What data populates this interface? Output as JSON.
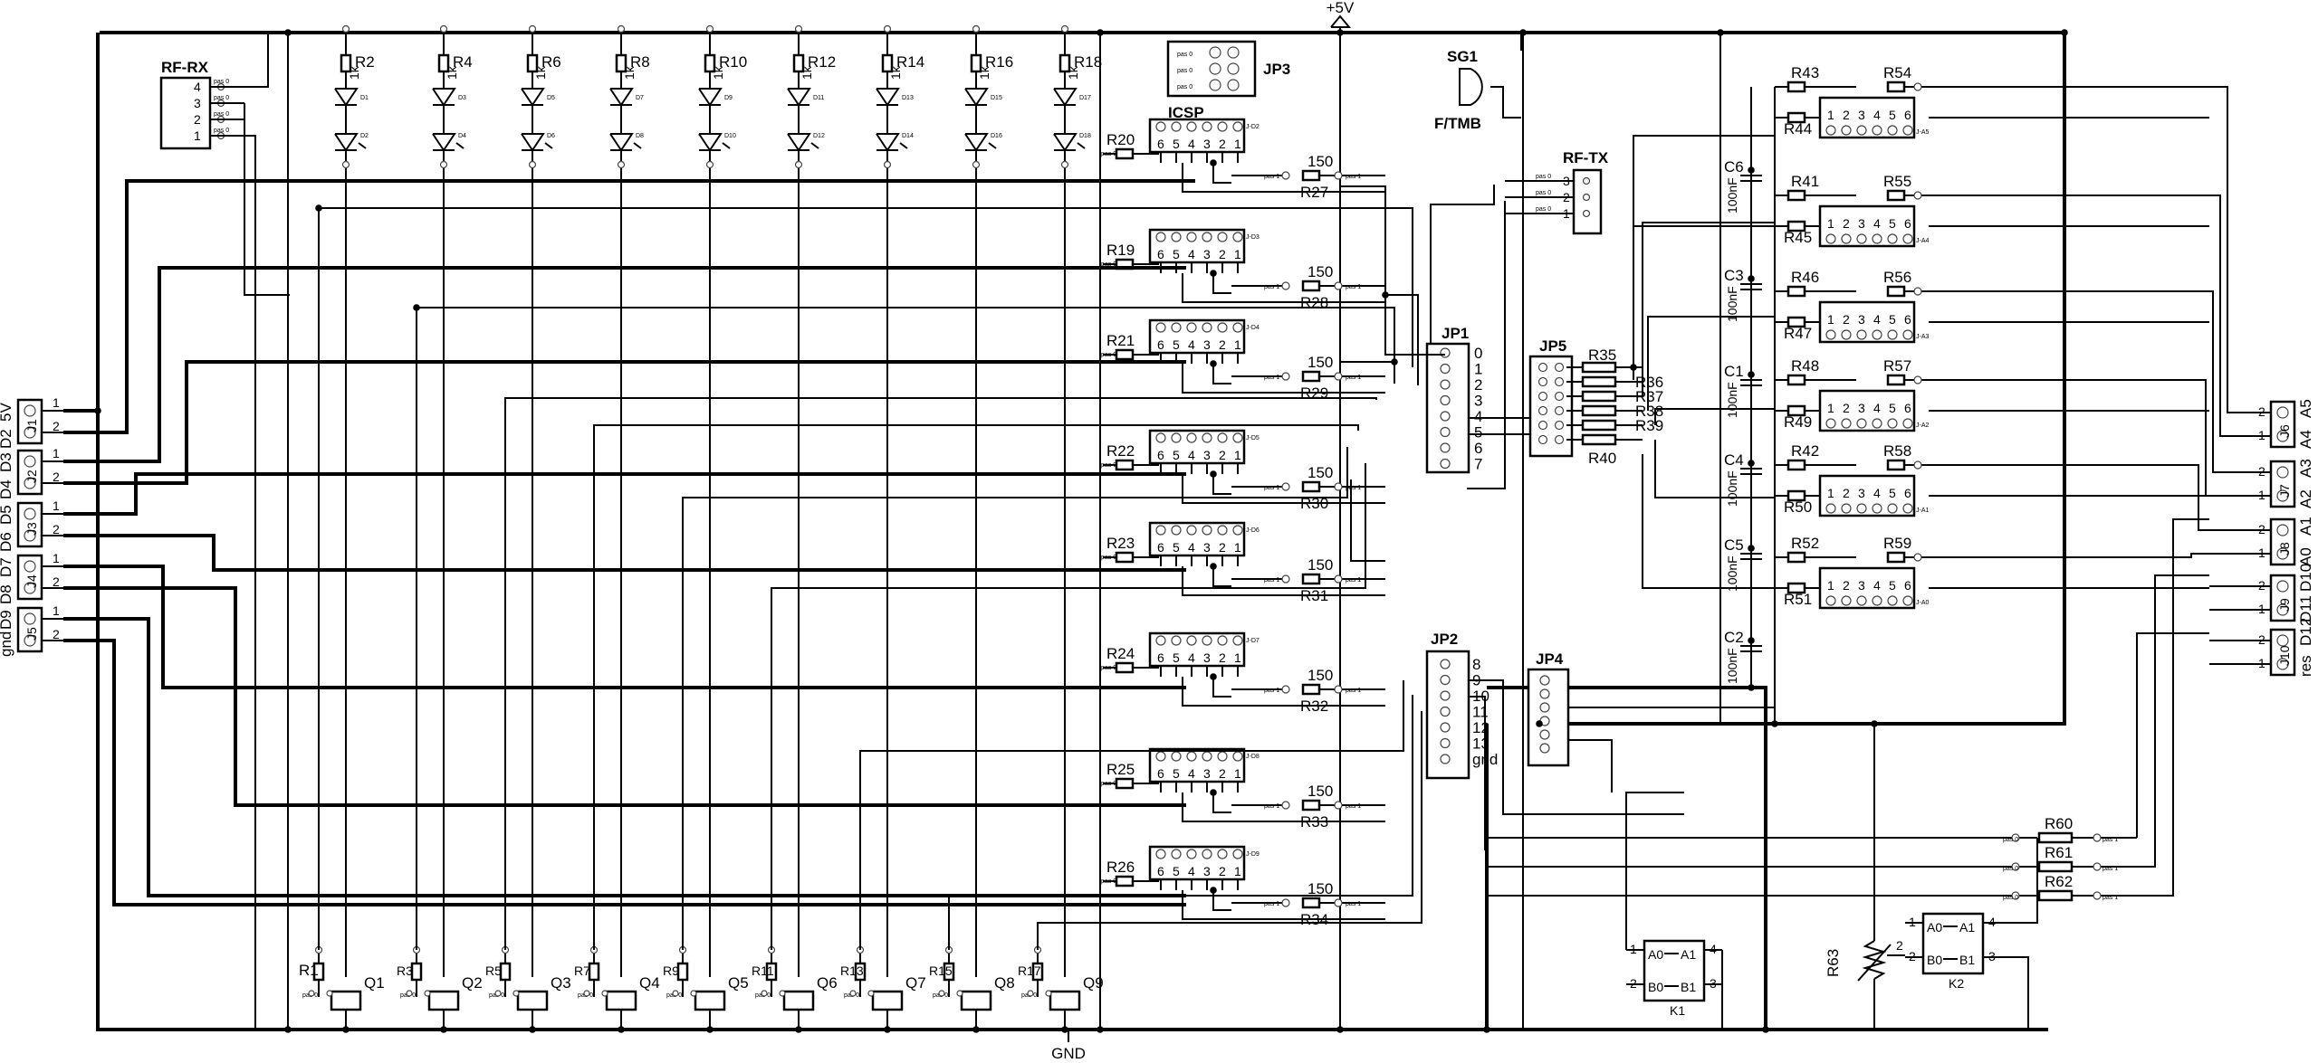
{
  "title": "",
  "power": {
    "vcc": "+5V",
    "gnd": "GND"
  },
  "connectors": {
    "rf_rx": {
      "label": "RF-RX",
      "pins": [
        "4",
        "3",
        "2",
        "1"
      ]
    },
    "rf_tx": {
      "label": "RF-TX",
      "pins": [
        "3",
        "2",
        "1"
      ]
    },
    "icsp": {
      "label": "ICSP"
    },
    "jp3": {
      "label": "JP3"
    },
    "jp1": {
      "label": "JP1",
      "pins": [
        "0",
        "1",
        "2",
        "3",
        "4",
        "5",
        "6",
        "7"
      ]
    },
    "jp2": {
      "label": "JP2",
      "pins": [
        "8",
        "9",
        "10",
        "11",
        "12",
        "13",
        "gnd"
      ]
    },
    "jp4": {
      "label": "JP4"
    },
    "jp5": {
      "label": "JP5"
    }
  },
  "buzzer": {
    "label": "SG1",
    "type": "F/TMB"
  },
  "left_jacks": [
    {
      "id": "J1",
      "top": "5V",
      "bottom": "D2"
    },
    {
      "id": "J2",
      "top": "D3",
      "bottom": "D4"
    },
    {
      "id": "J3",
      "top": "D5",
      "bottom": "D6"
    },
    {
      "id": "J4",
      "top": "D7",
      "bottom": "D8"
    },
    {
      "id": "J5",
      "top": "D9",
      "bottom": "gnd"
    }
  ],
  "right_jacks": [
    {
      "id": "J6",
      "top": "A5",
      "bottom": "A4"
    },
    {
      "id": "J7",
      "top": "A3",
      "bottom": "A2"
    },
    {
      "id": "J8",
      "top": "A1",
      "bottom": "A0"
    },
    {
      "id": "J9",
      "top": "D10",
      "bottom": "D11"
    },
    {
      "id": "J10",
      "top": "D12",
      "bottom": "res"
    }
  ],
  "led_channels": [
    {
      "res": "R2",
      "val": "1k",
      "d1": "D1",
      "d2": "D2",
      "q": "Q1",
      "rg": "R1"
    },
    {
      "res": "R4",
      "val": "1k",
      "d1": "D3",
      "d2": "D4",
      "q": "Q2",
      "rg": "R3"
    },
    {
      "res": "R6",
      "val": "1k",
      "d1": "D5",
      "d2": "D6",
      "q": "Q3",
      "rg": "R5"
    },
    {
      "res": "R8",
      "val": "1k",
      "d1": "D7",
      "d2": "D8",
      "q": "Q4",
      "rg": "R7"
    },
    {
      "res": "R10",
      "val": "1k",
      "d1": "D9",
      "d2": "D10",
      "q": "Q5",
      "rg": "R9"
    },
    {
      "res": "R12",
      "val": "1k",
      "d1": "D11",
      "d2": "D12",
      "q": "Q6",
      "rg": "R11"
    },
    {
      "res": "R14",
      "val": "1k",
      "d1": "D13",
      "d2": "D14",
      "q": "Q7",
      "rg": "R13"
    },
    {
      "res": "R16",
      "val": "1k",
      "d1": "D15",
      "d2": "D16",
      "q": "Q8",
      "rg": "R15"
    },
    {
      "res": "R18",
      "val": "1k",
      "d1": "D17",
      "d2": "D18",
      "q": "Q9",
      "rg": "R17"
    }
  ],
  "d_headers": [
    {
      "id": "J-D2",
      "r": "R20",
      "r150": "R27",
      "val": "150"
    },
    {
      "id": "J-D3",
      "r": "R19",
      "r150": "R28",
      "val": "150"
    },
    {
      "id": "J-D4",
      "r": "R21",
      "r150": "R29",
      "val": "150"
    },
    {
      "id": "J-D5",
      "r": "R22",
      "r150": "R30",
      "val": "150"
    },
    {
      "id": "J-D6",
      "r": "R23",
      "r150": "R31",
      "val": "150"
    },
    {
      "id": "J-D7",
      "r": "R24",
      "r150": "R32",
      "val": "150"
    },
    {
      "id": "J-D8",
      "r": "R25",
      "r150": "R33",
      "val": "150"
    },
    {
      "id": "J-D9",
      "r": "R26",
      "r150": "R34",
      "val": "150"
    }
  ],
  "header_pins": [
    "6",
    "5",
    "4",
    "3",
    "2",
    "1"
  ],
  "jp5_resistors": [
    "R35",
    "R36",
    "R37",
    "R38",
    "R39",
    "R40"
  ],
  "a_headers": [
    {
      "id": "J-A5",
      "ra": "R43",
      "rb": "R44",
      "rc": "R54",
      "cap": "C6",
      "capval": "100nF"
    },
    {
      "id": "J-A4",
      "ra": "R41",
      "rb": "R45",
      "rc": "R55",
      "cap": "C3",
      "capval": "100nF"
    },
    {
      "id": "J-A3",
      "ra": "R46",
      "rb": "R47",
      "rc": "R56",
      "cap": "C1",
      "capval": "100nF"
    },
    {
      "id": "J-A2",
      "ra": "R48",
      "rb": "R49",
      "rc": "R57",
      "cap": "C4",
      "capval": "100nF"
    },
    {
      "id": "J-A1",
      "ra": "R42",
      "rb": "R50",
      "rc": "R58",
      "cap": "C5",
      "capval": "100nF"
    },
    {
      "id": "J-A0",
      "ra": "R52",
      "rb": "R51",
      "rc": "R59",
      "cap": "C2",
      "capval": "100nF"
    }
  ],
  "bottom_resistors": [
    "R60",
    "R61",
    "R62"
  ],
  "pot": "R63",
  "relays": [
    {
      "id": "K1",
      "a0": "A0",
      "a1": "A1",
      "b0": "B0",
      "b1": "B1",
      "p1": "1",
      "p2": "2",
      "p3": "3",
      "p4": "4"
    },
    {
      "id": "K2",
      "a0": "A0",
      "a1": "A1",
      "b0": "B0",
      "b1": "B1",
      "p1": "1",
      "p2": "2",
      "p3": "3",
      "p4": "4"
    }
  ],
  "pin_tags": {
    "p0": "pas 0",
    "p1": "pas 1"
  }
}
